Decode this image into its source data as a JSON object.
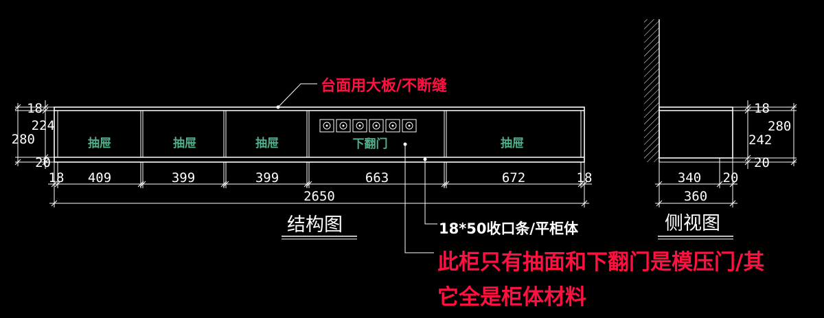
{
  "notes": {
    "top_board": "台面用大板/不断缝",
    "trim_strip": "18*50收口条/平柜体",
    "remark_line1": "此柜只有抽面和下翻门是模压门/其",
    "remark_line2": "它全是柜体材料"
  },
  "views": {
    "front_title": "结构图",
    "side_title": "侧视图"
  },
  "compartments": [
    "抽屉",
    "抽屉",
    "抽屉",
    "下翻门",
    "抽屉"
  ],
  "front_dims": {
    "horizontal": [
      "18",
      "409",
      "399",
      "399",
      "663",
      "672",
      "18"
    ],
    "overall": "2650",
    "v_top": "18",
    "v_inner": "224",
    "v_total": "280",
    "v_bottom": "20"
  },
  "side_dims": {
    "v_top": "18",
    "v_total": "280",
    "v_inner": "242",
    "v_bottom": "20",
    "h_depth": "340",
    "h_gap": "20",
    "h_total": "360"
  },
  "sockets": [
    "socket-1",
    "socket-2",
    "socket-3",
    "socket-4",
    "socket-5",
    "socket-6"
  ],
  "colors": {
    "background": "#000000",
    "lines": "#ffffff",
    "labels": "#4fb08a",
    "notes": "#ff1040"
  }
}
